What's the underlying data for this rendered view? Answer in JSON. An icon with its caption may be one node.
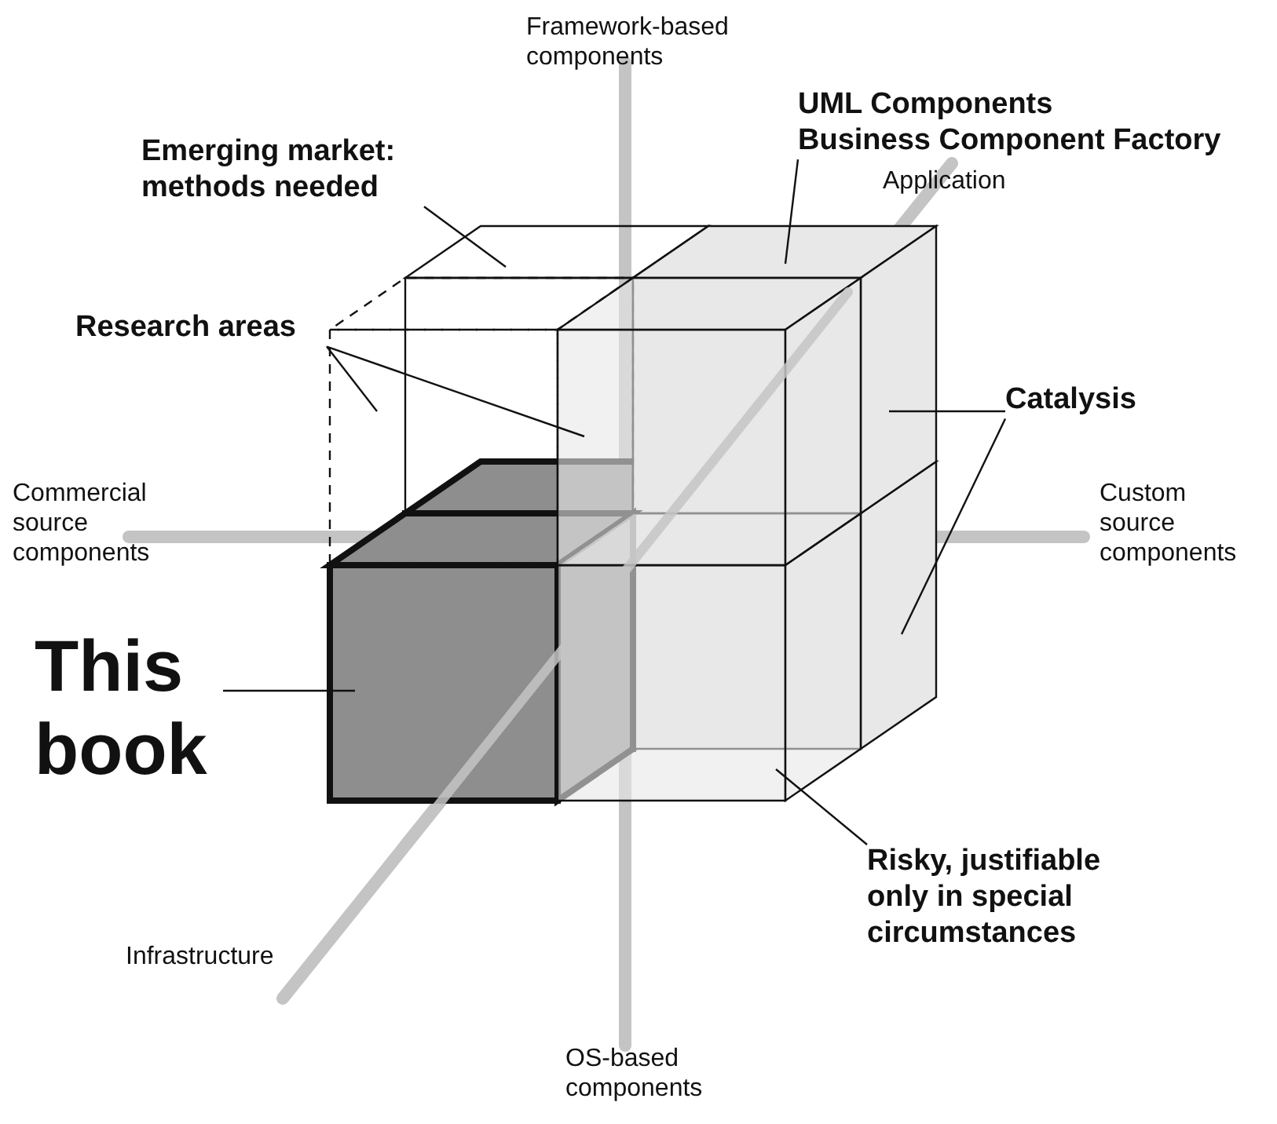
{
  "diagram": {
    "nodes": [
      {
        "text": [
          "UML Components",
          "Business Component Factory"
        ]
      },
      {
        "text": [
          "Emerging market: methods needed"
        ]
      },
      {
        "text": [
          "Research areas"
        ]
      },
      {
        "text": [
          "Catalysis"
        ]
      },
      {
        "text": [
          "This book"
        ]
      },
      {
        "text": [
          "Risky, justifiable only in special circumstances"
        ]
      }
    ],
    "edges": [
      {
        "from": 0,
        "to": null,
        "arrow": "none"
      },
      {
        "from": 1,
        "to": null,
        "arrow": "none"
      },
      {
        "from": 2,
        "to": null,
        "arrow": "none"
      },
      {
        "from": 2,
        "to": null,
        "arrow": "none"
      },
      {
        "from": 3,
        "to": null,
        "arrow": "none"
      },
      {
        "from": 3,
        "to": null,
        "arrow": "none"
      },
      {
        "from": 4,
        "to": null,
        "arrow": "none"
      },
      {
        "from": 5,
        "to": null,
        "arrow": "none"
      }
    ],
    "labels": [
      "Framework-based components",
      "Application",
      "Commercial source components",
      "Custom source components",
      "Infrastructure",
      "OS-based components"
    ]
  }
}
